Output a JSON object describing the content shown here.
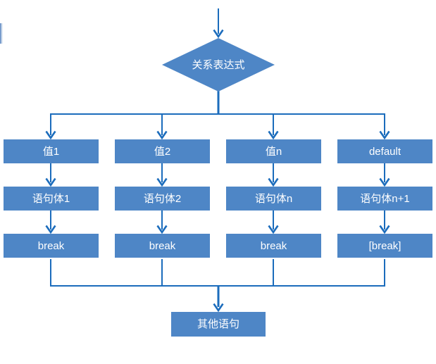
{
  "diagram": {
    "decision_label": "关系表达式",
    "columns": [
      {
        "case_label": "值1",
        "body_label": "语句体1",
        "break_label": "break"
      },
      {
        "case_label": "值2",
        "body_label": "语句体2",
        "break_label": "break"
      },
      {
        "case_label": "值n",
        "body_label": "语句体n",
        "break_label": "break"
      },
      {
        "case_label": "default",
        "body_label": "语句体n+1",
        "break_label": "[break]"
      }
    ],
    "end_label": "其他语句"
  },
  "colors": {
    "node_fill": "#4e86c6",
    "connector": "#1b6cbc",
    "node_text": "#ffffff",
    "background": "#ffffff"
  }
}
